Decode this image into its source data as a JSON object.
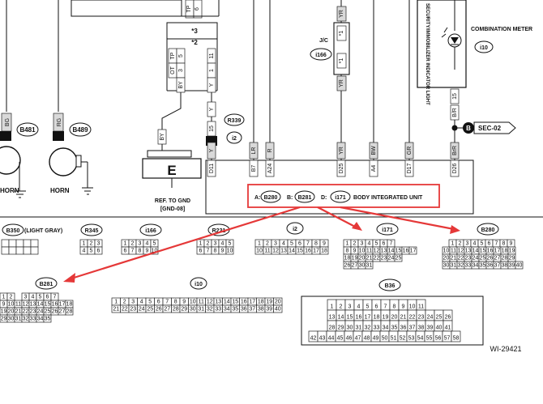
{
  "diagram_code": "WI-29421",
  "top_left": {
    "horns": [
      {
        "connector": "B481",
        "wire": "BG",
        "label": "HORN"
      },
      {
        "connector": "B489",
        "wire": "RG",
        "label": "HORN"
      }
    ]
  },
  "ground_block": {
    "top_pins": [
      "TP",
      "6"
    ],
    "box_marks": [
      "*3",
      "*2"
    ],
    "pin_rows": [
      [
        "TP",
        "5",
        "11"
      ],
      [
        "OT",
        "3",
        "1"
      ]
    ],
    "wire_by": "BY",
    "wire_y": "Y",
    "label_e": "E",
    "ref": "REF. TO GND",
    "ref_sub": "[GND-08]"
  },
  "r339": {
    "connector": "R339",
    "pin": "15",
    "i2": "i2"
  },
  "jc": {
    "label": "J/C",
    "connector": "i166",
    "marks": [
      "*1",
      "*1"
    ],
    "wire": "YR"
  },
  "security_light": {
    "label": "SECURITY/IMMOBILIZER INDICATOR LIGHT",
    "meter": "COMBINATION METER",
    "connector": "i10",
    "pin": "15",
    "wire": "B/R",
    "splice": "SEC-02",
    "splice_letter": "B"
  },
  "biu": {
    "title": "BODY INTEGRATED UNIT",
    "conn_a": "B280",
    "conn_b": "B281",
    "conn_d": "i171",
    "pins": [
      {
        "pin": "D11",
        "wire": "Y"
      },
      {
        "pin": "B7",
        "wire": "LR"
      },
      {
        "pin": "A24",
        "wire": "R"
      },
      {
        "pin": "D25",
        "wire": "YR"
      },
      {
        "pin": "A4",
        "wire": "BW"
      },
      {
        "pin": "D17",
        "wire": "GR"
      },
      {
        "pin": "D26",
        "wire": "BrR"
      }
    ]
  },
  "connectors": {
    "B350": {
      "name": "B350",
      "note": "(LIGHT GRAY)"
    },
    "R345": {
      "name": "R345",
      "rows": [
        [
          "1",
          "2",
          "3"
        ],
        [
          "4",
          "5",
          "6"
        ]
      ]
    },
    "i166": {
      "name": "i166",
      "rows": [
        [
          "1",
          "2",
          "3",
          "4",
          "5"
        ],
        [
          "6",
          "7",
          "8",
          "9",
          "10"
        ]
      ]
    },
    "R221": {
      "name": "R221",
      "rows": [
        [
          "1",
          "2",
          "3",
          "4",
          "5"
        ],
        [
          "6",
          "7",
          "8",
          "9",
          "10"
        ]
      ]
    },
    "i2": {
      "name": "i2",
      "rows": [
        [
          "1",
          "2",
          "3",
          "4",
          "5",
          "6",
          "7",
          "8",
          "9"
        ],
        [
          "10",
          "11",
          "12",
          "13",
          "14",
          "15",
          "16",
          "17",
          "18"
        ]
      ]
    },
    "i171": {
      "name": "i171",
      "letter": "D:",
      "rows": [
        [
          "1",
          "2",
          "3",
          "4",
          "5",
          "6",
          "7"
        ],
        [
          "8",
          "9",
          "10",
          "11",
          "12",
          "13",
          "14",
          "15",
          "16",
          "17"
        ],
        [
          "18",
          "19",
          "20",
          "21",
          "22",
          "23",
          "24",
          "25"
        ],
        [
          "26",
          "27",
          "30",
          "31"
        ]
      ]
    },
    "B280": {
      "name": "B280",
      "letter": "A:",
      "rows": [
        [
          "1",
          "2",
          "3",
          "4",
          "5",
          "6",
          "7",
          "8",
          "9"
        ],
        [
          "10",
          "11",
          "12",
          "13",
          "14",
          "15",
          "16",
          "17",
          "18",
          "19"
        ],
        [
          "20",
          "21",
          "22",
          "23",
          "24",
          "25",
          "26",
          "27",
          "28",
          "29"
        ],
        [
          "30",
          "31",
          "32",
          "33",
          "34",
          "35",
          "36",
          "37",
          "38",
          "39",
          "40"
        ]
      ]
    },
    "B281": {
      "name": "B281",
      "letter": "B:",
      "rows": [
        [
          "1",
          "2",
          "",
          "3",
          "4",
          "5",
          "6",
          "7"
        ],
        [
          "9",
          "10",
          "11",
          "12",
          "13",
          "14",
          "15",
          "16",
          "17",
          "18"
        ],
        [
          "19",
          "20",
          "21",
          "22",
          "23",
          "24",
          "25",
          "26",
          "27",
          "28"
        ],
        [
          "29",
          "30",
          "31",
          "32",
          "33",
          "34",
          "35"
        ]
      ]
    },
    "i10": {
      "name": "i10",
      "rows": [
        [
          "1",
          "2",
          "3",
          "4",
          "5",
          "6",
          "7",
          "8",
          "9",
          "10",
          "11",
          "12",
          "13",
          "14",
          "15",
          "16",
          "17",
          "18",
          "19",
          "20"
        ],
        [
          "21",
          "22",
          "23",
          "24",
          "25",
          "26",
          "27",
          "28",
          "29",
          "30",
          "31",
          "32",
          "33",
          "34",
          "35",
          "36",
          "37",
          "38",
          "39",
          "40"
        ]
      ]
    },
    "B36": {
      "name": "B36",
      "rows": [
        [
          "1",
          "2",
          "3",
          "4",
          "5",
          "6",
          "7",
          "8",
          "9",
          "10",
          "11"
        ],
        [
          "13",
          "14",
          "15",
          "16",
          "17",
          "18",
          "19",
          "20",
          "21",
          "22",
          "23",
          "24",
          "25",
          "26"
        ],
        [
          "28",
          "29",
          "30",
          "31",
          "32",
          "33",
          "34",
          "35",
          "36",
          "37",
          "38",
          "39",
          "40",
          "41"
        ],
        [
          "42",
          "43",
          "44",
          "45",
          "46",
          "47",
          "48",
          "49",
          "50",
          "51",
          "52",
          "53",
          "54",
          "55",
          "56",
          "57",
          "58"
        ]
      ]
    }
  }
}
